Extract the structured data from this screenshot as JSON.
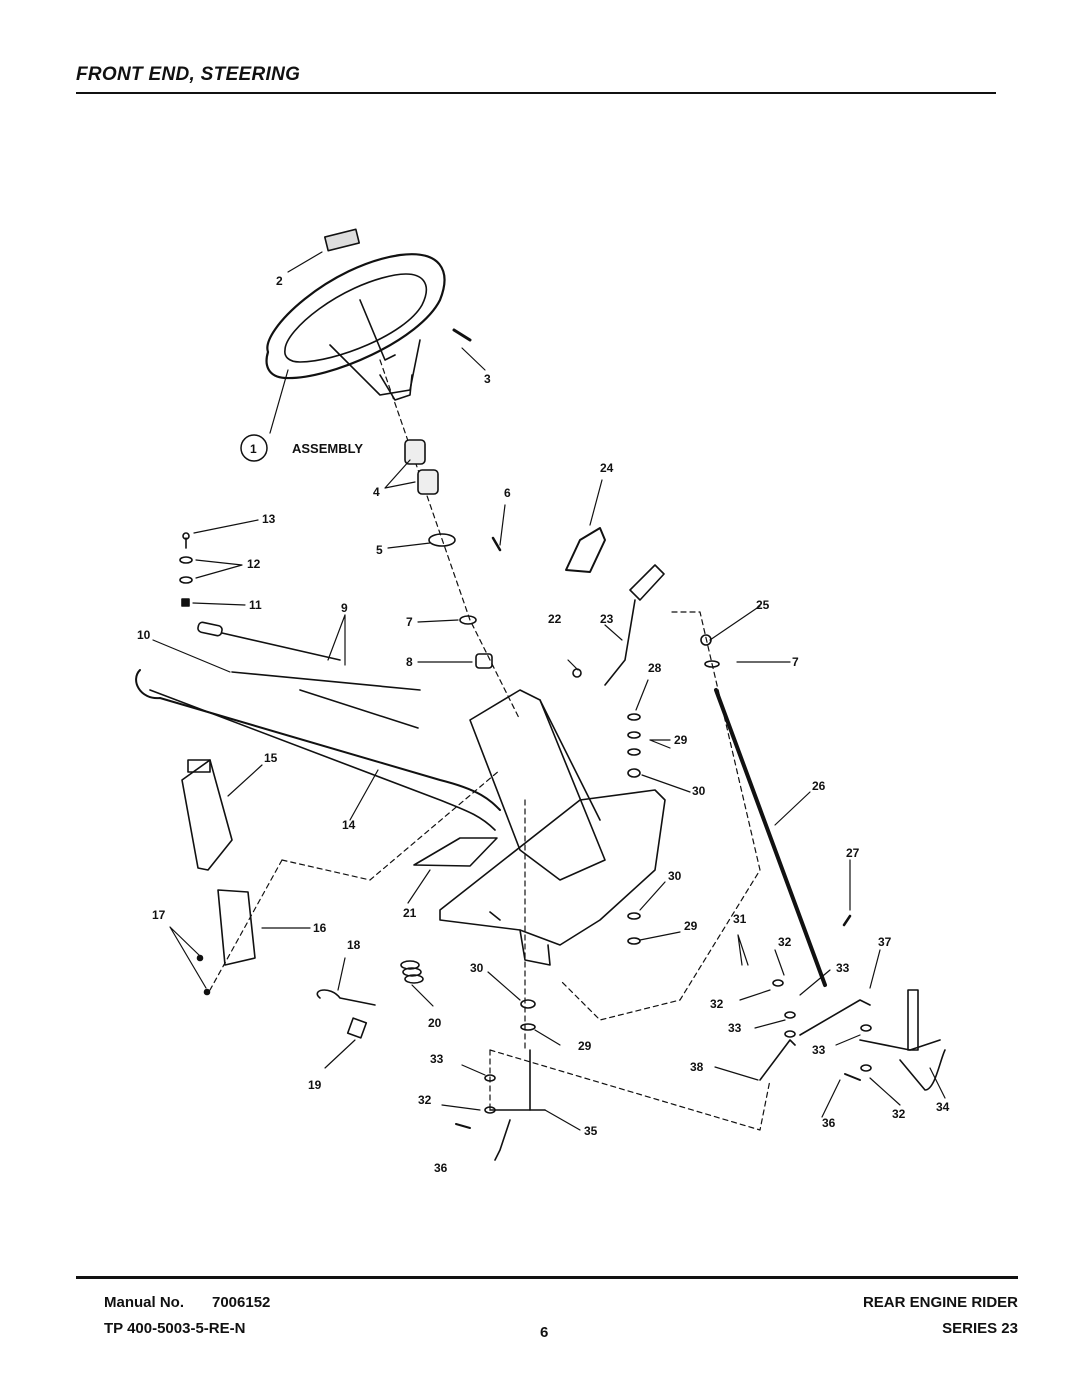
{
  "header": {
    "title": "FRONT END, STEERING"
  },
  "diagram": {
    "callouts": [
      "1",
      "2",
      "3",
      "4",
      "5",
      "6",
      "7",
      "8",
      "9",
      "10",
      "11",
      "12",
      "13",
      "14",
      "15",
      "16",
      "17",
      "18",
      "19",
      "20",
      "21",
      "22",
      "23",
      "24",
      "25",
      "26",
      "27",
      "28",
      "29",
      "30",
      "31",
      "32",
      "33",
      "34",
      "35",
      "36",
      "37",
      "38"
    ],
    "assembly_label": "ASSEMBLY"
  },
  "footer": {
    "manual_label": "Manual No.",
    "manual_number": "7006152",
    "tp_number": "TP 400-5003-5-RE-N",
    "page_number": "6",
    "product": "REAR ENGINE RIDER",
    "series": "SERIES 23"
  }
}
